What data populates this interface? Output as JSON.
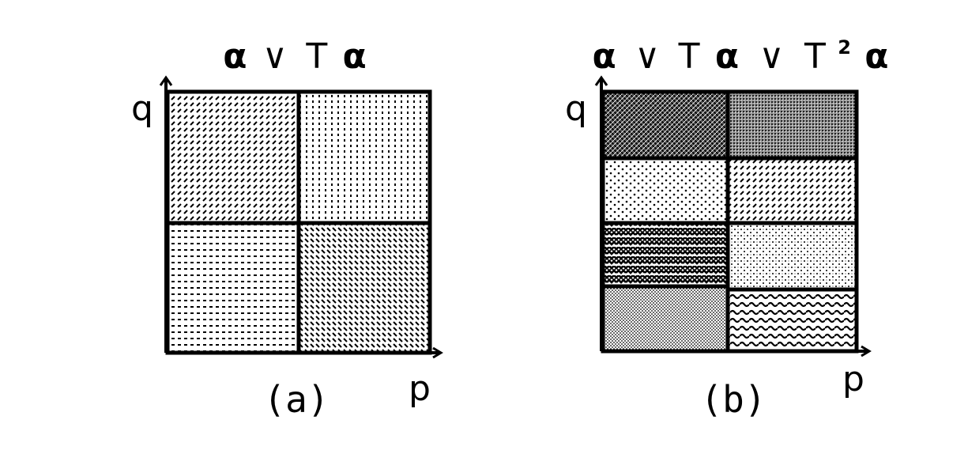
{
  "diagram_a": {
    "title_parts": [
      "α",
      "∨",
      "T",
      "α"
    ],
    "y_axis_label": "q",
    "x_axis_label": "p",
    "caption": "(a)",
    "pattern_grid": [
      [
        "dashes-diagonal",
        "dots-vertical"
      ],
      [
        "dashes-horizontal",
        "dashes-back-diagonal"
      ]
    ]
  },
  "diagram_b": {
    "title_parts": [
      "α",
      "∨",
      "T",
      "α",
      "∨",
      "T",
      "2",
      "α"
    ],
    "y_axis_label": "q",
    "x_axis_label": "p",
    "caption": "(b)",
    "pattern_grid": [
      [
        "crosshatch-dense",
        "stipple-dense"
      ],
      [
        "dots-sparse",
        "dashes-diagonal"
      ],
      [
        "zigzag-bold",
        "dots-fine"
      ],
      [
        "stipple-fine",
        "zigzag-light"
      ]
    ]
  }
}
